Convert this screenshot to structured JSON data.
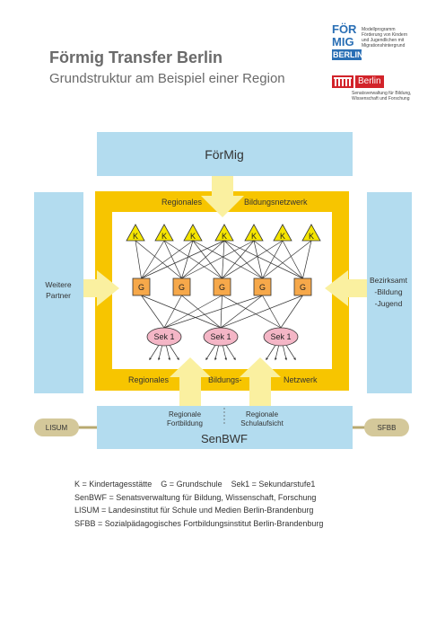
{
  "header": {
    "title": "Förmig Transfer Berlin",
    "subtitle": "Grundstruktur am Beispiel einer Region"
  },
  "logos": {
    "foermig": {
      "line1": "FÖR",
      "line2": "MIG",
      "line3": "BERLIN",
      "desc": [
        "Modellprogramm",
        "Förderung von Kindern",
        "und Jugendlichen mit",
        "Migrationshintergrund"
      ]
    },
    "berlin": {
      "name": "Berlin",
      "desc": [
        "Senatsverwaltung für Bildung,",
        "Wissenschaft und Forschung"
      ]
    }
  },
  "diagram": {
    "top_box": "FörMig",
    "network_top_left": "Regionales",
    "network_top_right": "Bildungsnetzwerk",
    "network_bottom_left": "Regionales",
    "network_bottom_mid": "Bildungs-",
    "network_bottom_right": "Netzwerk",
    "left_box": [
      "Weitere",
      "Partner"
    ],
    "right_box": [
      "Bezirksamt",
      "-Bildung",
      "-Jugend"
    ],
    "k_nodes": [
      "K",
      "K",
      "K",
      "K",
      "K",
      "K",
      "K"
    ],
    "g_nodes": [
      "G",
      "G",
      "G",
      "G",
      "G"
    ],
    "sek_nodes": [
      "Sek 1",
      "Sek 1",
      "Sek 1"
    ],
    "bottom_box_left": [
      "Regionale",
      "Fortbildung"
    ],
    "bottom_box_right": [
      "Regionale",
      "Schulaufsicht"
    ],
    "bottom_box_main": "SenBWF",
    "pill_left": "LISUM",
    "pill_right": "SFBB"
  },
  "legend": [
    "K = Kindertagesstätte    G = Grundschule    Sek1 = Sekundarstufe1",
    "SenBWF = Senatsverwaltung für Bildung, Wissenschaft, Forschung",
    "LISUM = Landesinstitut für Schule und Medien Berlin-Brandenburg",
    "SFBB = Sozialpädagogisches Fortbildungsinstitut Berlin-Brandenburg"
  ],
  "colors": {
    "light_blue": "#b3dcef",
    "gold": "#f7c500",
    "yellow_arrow": "#faf0a0",
    "k_fill": "#f5e500",
    "g_fill": "#f6a84a",
    "sek_fill": "#f4b6c6",
    "pill": "#d4c89a",
    "brand_blue": "#2a6fb5",
    "brand_red": "#d2232a"
  }
}
